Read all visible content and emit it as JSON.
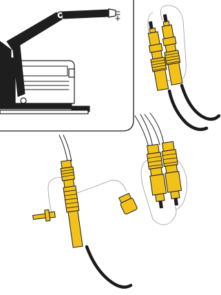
{
  "figure": {
    "panels": [
      "machine-inset",
      "paired-connectors-top-right",
      "single-connector-with-caps",
      "paired-connectors-bottom-right"
    ],
    "colors": {
      "connector": "#f2c21b",
      "cable": "#1a1a1a",
      "tether": "#9a9a9a",
      "frame": "#1a1a1a",
      "background": "#ffffff"
    }
  }
}
